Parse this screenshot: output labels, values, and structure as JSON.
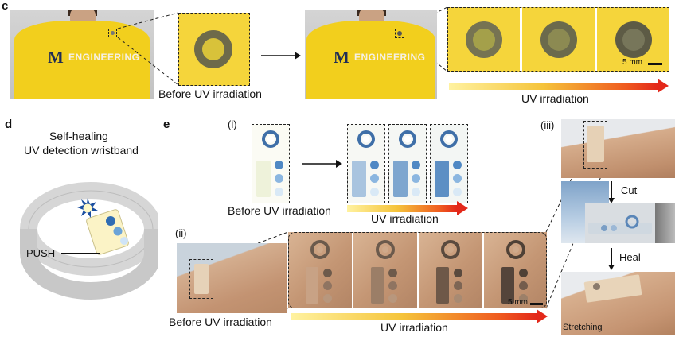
{
  "panels": {
    "c": "c",
    "d": "d",
    "e": "e",
    "i": "(i)",
    "ii": "(ii)",
    "iii": "(iii)"
  },
  "shirt": {
    "logo": "M",
    "text": "ENGINEERING"
  },
  "captions": {
    "c_before": "Before UV irradiation",
    "c_uv": "UV irradiation",
    "c_scale": "5 mm",
    "d_title_1": "Self-healing",
    "d_title_2": "UV detection wristband",
    "d_push": "PUSH",
    "e_i_before": "Before UV irradiation",
    "e_i_uv": "UV irradiation",
    "e_ii_before": "Before UV irradiation",
    "e_ii_uv": "UV irradiation",
    "e_ii_scale": "5 mm",
    "cut": "Cut",
    "heal": "Heal",
    "stretching": "Stretching"
  },
  "colors": {
    "shirt_yellow": "#f2cf1d",
    "uv_gradient_start": "#fff2a0",
    "uv_gradient_end": "#e3281a",
    "sensor_blue": "#3f7fc0",
    "sensor_light": "#cfe2f3"
  }
}
